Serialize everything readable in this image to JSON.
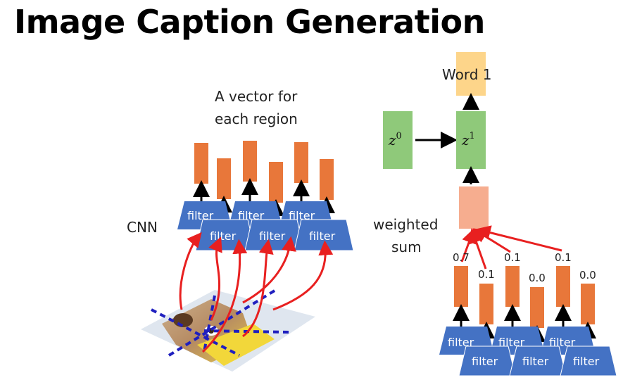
{
  "title": "Image Caption Generation",
  "left": {
    "vector_label": [
      "A vector for",
      "each region"
    ],
    "cnn_label": "CNN",
    "filter_label": "filter"
  },
  "right": {
    "word_label": "Word 1",
    "z0_label": "z",
    "z0_sup": "0",
    "z1_label": "z",
    "z1_sup": "1",
    "weighted_label": [
      "weighted",
      "sum"
    ],
    "weights": [
      "0.7",
      "0.1",
      "0.1",
      "0.0",
      "0.1",
      "0.0"
    ],
    "filter_label": "filter"
  },
  "colors": {
    "orange_bar": "#e8773a",
    "filter_blue": "#4472c4",
    "green_box": "#8fc97a",
    "word_box": "#fdd58a",
    "weighted_box": "#f6ad8f",
    "red_arrow": "#e82020",
    "grid_dash": "#1f1fbf"
  }
}
